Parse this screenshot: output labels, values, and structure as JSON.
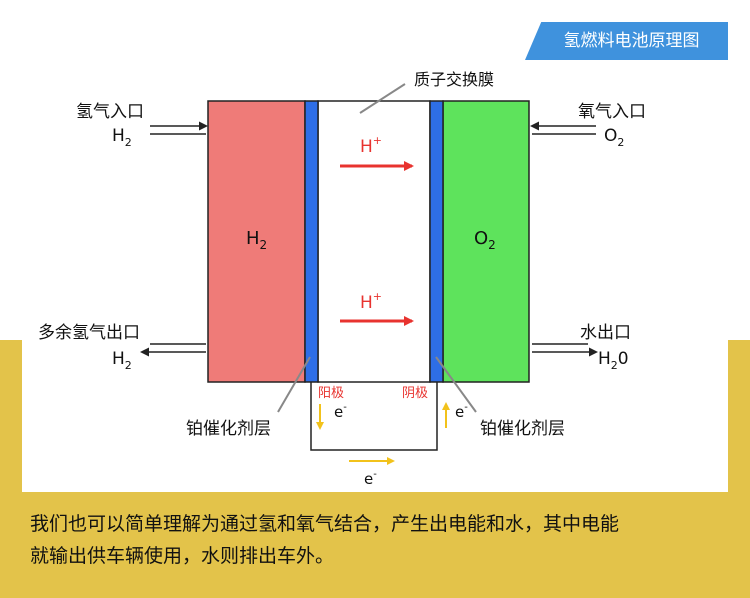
{
  "title": "氢燃料电池原理图",
  "labels": {
    "membrane": "质子交换膜",
    "h2_inlet": "氢气入口",
    "h2_inlet_formula": "H",
    "h2_inlet_sub": "2",
    "o2_inlet": "氧气入口",
    "o2_inlet_formula": "O",
    "o2_inlet_sub": "2",
    "h2_excess_outlet": "多余氢气出口",
    "h2_excess_formula": "H",
    "h2_excess_sub": "2",
    "water_outlet": "水出口",
    "water_formula": "H",
    "water_sub": "2",
    "water_tail": "0",
    "anode_chamber": "H",
    "anode_chamber_sub": "2",
    "cathode_chamber": "O",
    "cathode_chamber_sub": "2",
    "proton_top": "H",
    "proton_bottom": "H",
    "proton_sup": "+",
    "anode": "阳极",
    "cathode": "阴极",
    "electron_left": "e",
    "electron_right": "e",
    "electron_bottom": "e",
    "electron_sup": "-",
    "catalyst_left": "铂催化剂层",
    "catalyst_right": "铂催化剂层"
  },
  "caption": [
    "我们也可以简单理解为通过氢和氧气结合，产生出电能和水，其中电能",
    "就输出供车辆使用，水则排出车外。"
  ],
  "colors": {
    "anode_fill": "#ef7b78",
    "cathode_fill": "#5ee35c",
    "catalyst": "#2e6ee6",
    "proton_arrow": "#e8332f",
    "electron_arrow": "#f2c21b",
    "badge": "#3f92dd",
    "band": "#e3c34a"
  }
}
